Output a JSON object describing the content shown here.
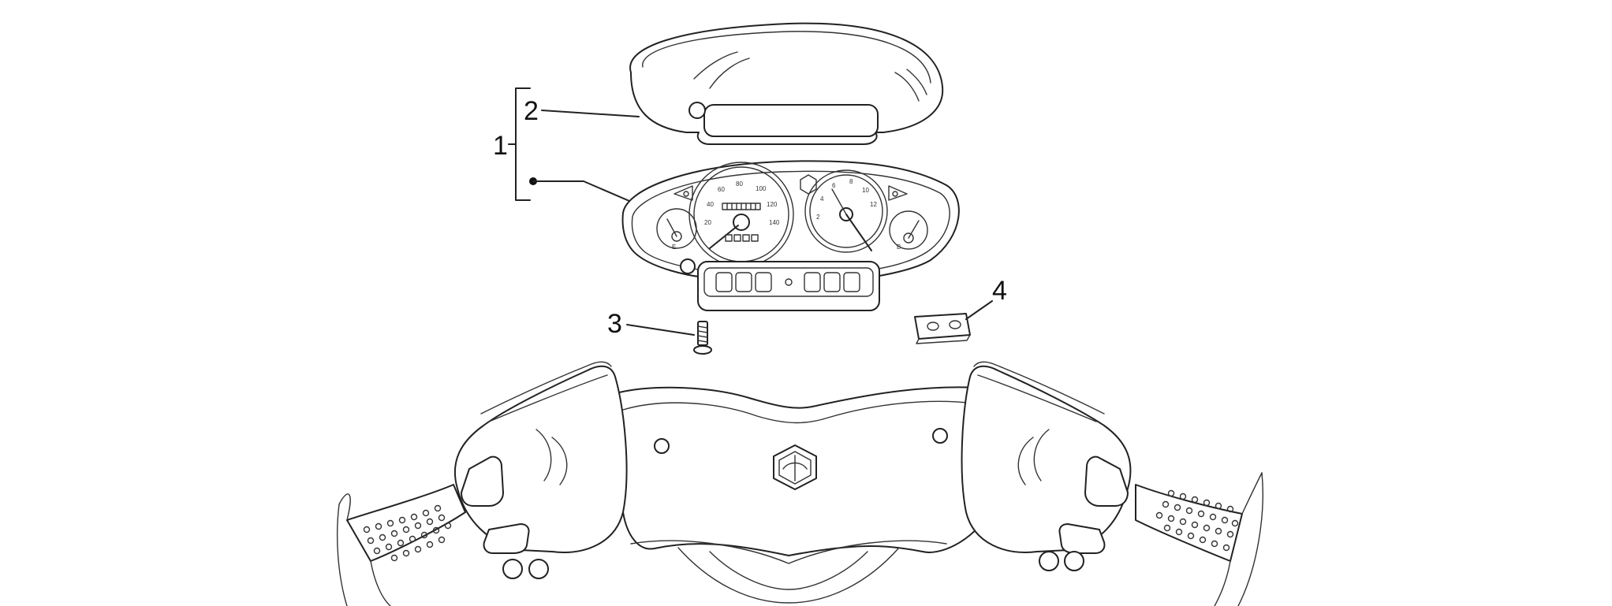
{
  "diagram": {
    "callouts": [
      {
        "id": "1",
        "label": "1"
      },
      {
        "id": "2",
        "label": "2"
      },
      {
        "id": "3",
        "label": "3"
      },
      {
        "id": "4",
        "label": "4"
      }
    ],
    "speedometer_ticks": [
      "20",
      "40",
      "60",
      "80",
      "100",
      "120",
      "140"
    ],
    "tachometer_ticks": [
      "2",
      "4",
      "6",
      "8",
      "10",
      "12"
    ],
    "fuel_gauge_letter": "E",
    "temp_gauge_letter": "B"
  }
}
